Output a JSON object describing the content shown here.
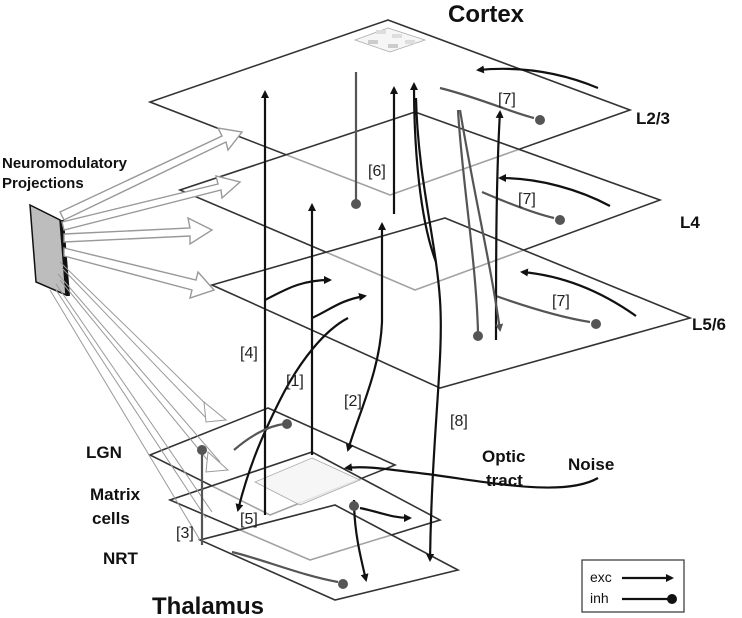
{
  "labels": {
    "cortex": "Cortex",
    "l23": "L2/3",
    "l4": "L4",
    "l56": "L5/6",
    "thalamus": "Thalamus",
    "lgn": "LGN",
    "matrix_line1": "Matrix",
    "matrix_line2": "cells",
    "nrt": "NRT",
    "neuromod_line1": "Neuromodulatory",
    "neuromod_line2": "Projections",
    "optic_line1": "Optic",
    "optic_line2": "tract",
    "noise": "Noise"
  },
  "pathways": {
    "p1": "[1]",
    "p2": "[2]",
    "p3": "[3]",
    "p4": "[4]",
    "p5": "[5]",
    "p6": "[6]",
    "p7a": "[7]",
    "p7b": "[7]",
    "p7c": "[7]",
    "p8": "[8]"
  },
  "legend": {
    "exc": "exc",
    "inh": "inh"
  },
  "colors": {
    "excitatory": "#111111",
    "inhibitory_terminal": "#555555",
    "plane_edge": "#333333",
    "neuromodulatory_source": "#999999"
  }
}
